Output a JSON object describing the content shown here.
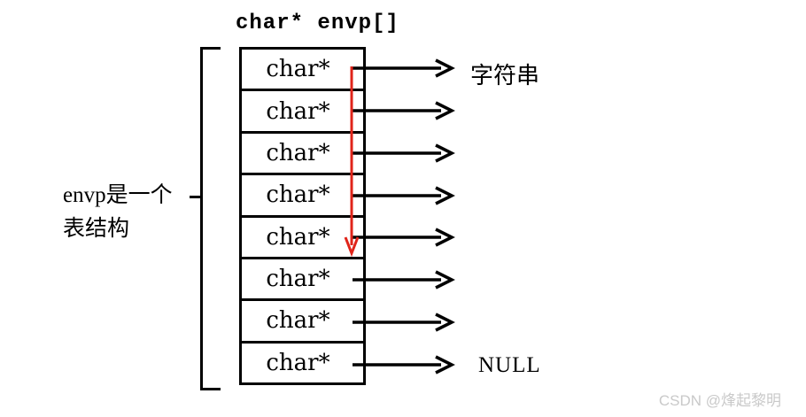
{
  "title": "char* envp[]",
  "left_label": {
    "line1": "envp是一个",
    "line2": "表结构"
  },
  "table": {
    "rows": [
      "char*",
      "char*",
      "char*",
      "char*",
      "char*",
      "char*",
      "char*",
      "char*"
    ]
  },
  "annotations": {
    "first_arrow_label": "字符串",
    "last_arrow_label": "NULL"
  },
  "watermark": "CSDN @烽起黎明",
  "colors": {
    "line": "#000000",
    "red_arrow": "#e0241a",
    "watermark": "#c9c9c9"
  }
}
